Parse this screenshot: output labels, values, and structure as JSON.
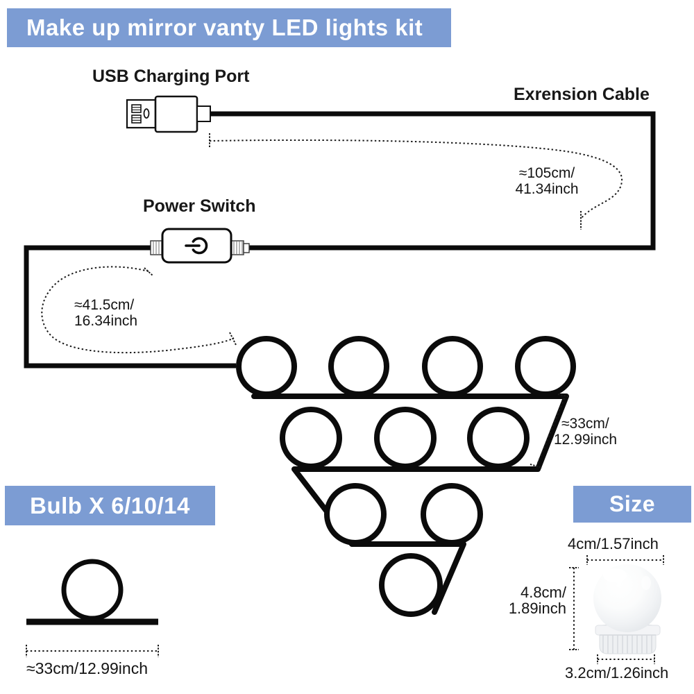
{
  "title": "Make up mirror vanty LED lights kit",
  "labels": {
    "usb": "USB Charging Port",
    "extension": "Exrension Cable",
    "power": "Power Switch"
  },
  "badges": {
    "bulb_count": "Bulb X 6/10/14",
    "size": "Size"
  },
  "measurements": {
    "extension_cable": {
      "line1": "≈105cm/",
      "line2": "41.34inch"
    },
    "switch_cable": {
      "line1": "≈41.5cm/",
      "line2": "16.34inch"
    },
    "row_width": {
      "line1": "≈33cm/",
      "line2": "12.99inch"
    },
    "strip_length": "≈33cm/12.99inch",
    "bulb_diameter": "4cm/1.57inch",
    "bulb_height": {
      "line1": "4.8cm/",
      "line2": "1.89inch"
    },
    "bulb_base": "3.2cm/1.26inch"
  },
  "colors": {
    "badge_blue": "#7c9cd3",
    "line_black": "#0b0b0b",
    "text_white": "#ffffff"
  },
  "icons": {
    "power_symbol": "power-icon",
    "usb_plug": "usb-plug-icon"
  }
}
